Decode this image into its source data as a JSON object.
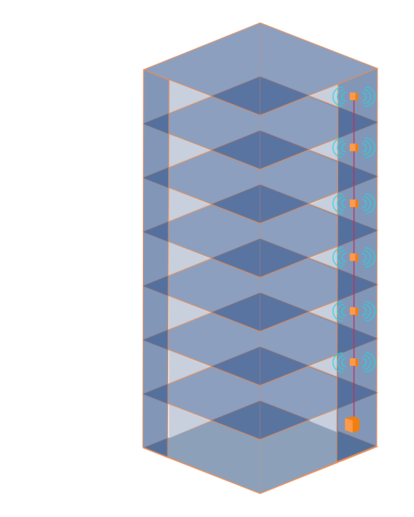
{
  "diagram": {
    "type": "isometric-building",
    "floor_count": 7,
    "colors": {
      "floor_fill": "#2f5188",
      "wall_fill": "#2f5188",
      "edge": "#f08a4b",
      "cable": "#c0305a",
      "device": "#ff9a4a",
      "device_side": "#f07f10",
      "signal": "#22d4e0",
      "light_gap": "#c8d0de"
    },
    "devices": [
      {
        "floor": 7,
        "type": "wireless-access-point"
      },
      {
        "floor": 6,
        "type": "wireless-access-point"
      },
      {
        "floor": 5,
        "type": "wireless-access-point"
      },
      {
        "floor": 4,
        "type": "wireless-access-point"
      },
      {
        "floor": 3,
        "type": "wireless-access-point"
      },
      {
        "floor": 2,
        "type": "wireless-access-point"
      },
      {
        "floor": 1,
        "type": "controller-box"
      }
    ]
  }
}
